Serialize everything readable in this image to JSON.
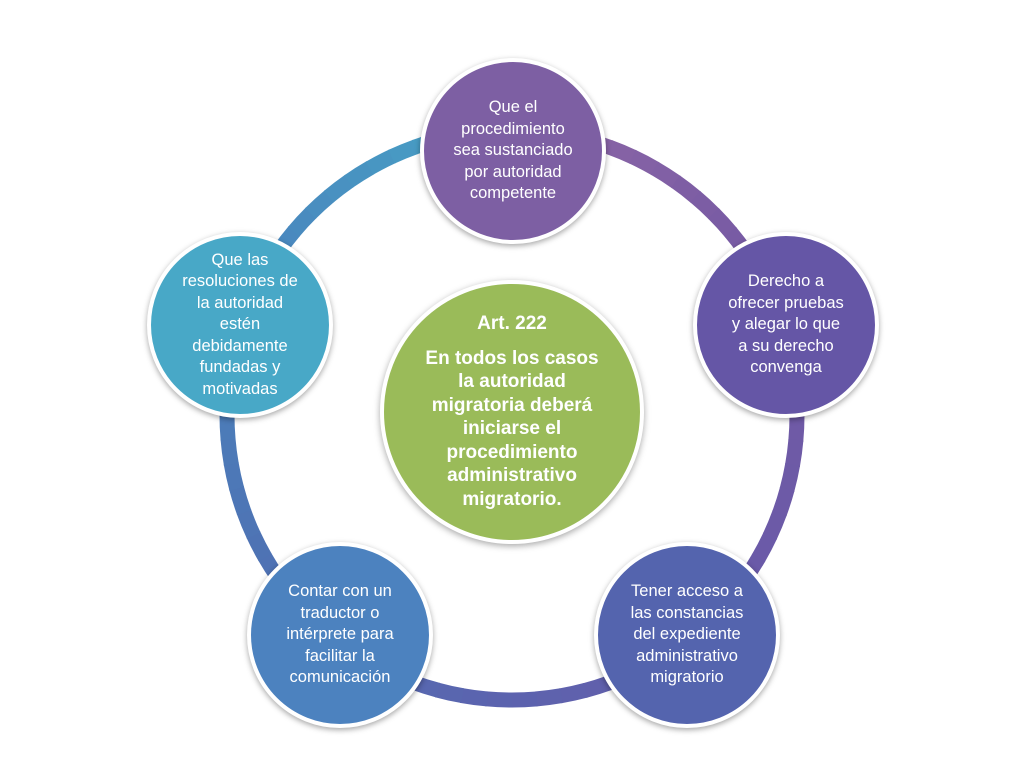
{
  "diagram": {
    "colors": {
      "center_fill": "#9ABB59",
      "ring_arc_colors": [
        "#8D66A6",
        "#7459A3",
        "#6A5AA8",
        "#5B63AE",
        "#4E73B4",
        "#4A86BE",
        "#46A6C6"
      ]
    },
    "center": {
      "title": "Art. 222",
      "body": "En todos los casos\nla autoridad\nmigratoria deberá\niniciarse el\nprocedimiento\nadministrativo\nmigratorio."
    },
    "nodes": [
      {
        "text": "Que el\nprocedimiento\nsea sustanciado\npor autoridad\ncompetente",
        "color": "#7D5FA3"
      },
      {
        "text": "Derecho a\nofrecer pruebas\ny alegar lo que\na su derecho\nconvenga",
        "color": "#6556A6"
      },
      {
        "text": "Tener acceso a\nlas constancias\ndel expediente\nadministrativo\nmigratorio",
        "color": "#5464AE"
      },
      {
        "text": "Contar con un\ntraductor o\nintérprete para\nfacilitar la\ncomunicación",
        "color": "#4C82BF"
      },
      {
        "text": "Que las\nresoluciones de\nla autoridad\nestén\ndebidamente\nfundadas y\nmotivadas",
        "color": "#48A8C7"
      }
    ]
  }
}
